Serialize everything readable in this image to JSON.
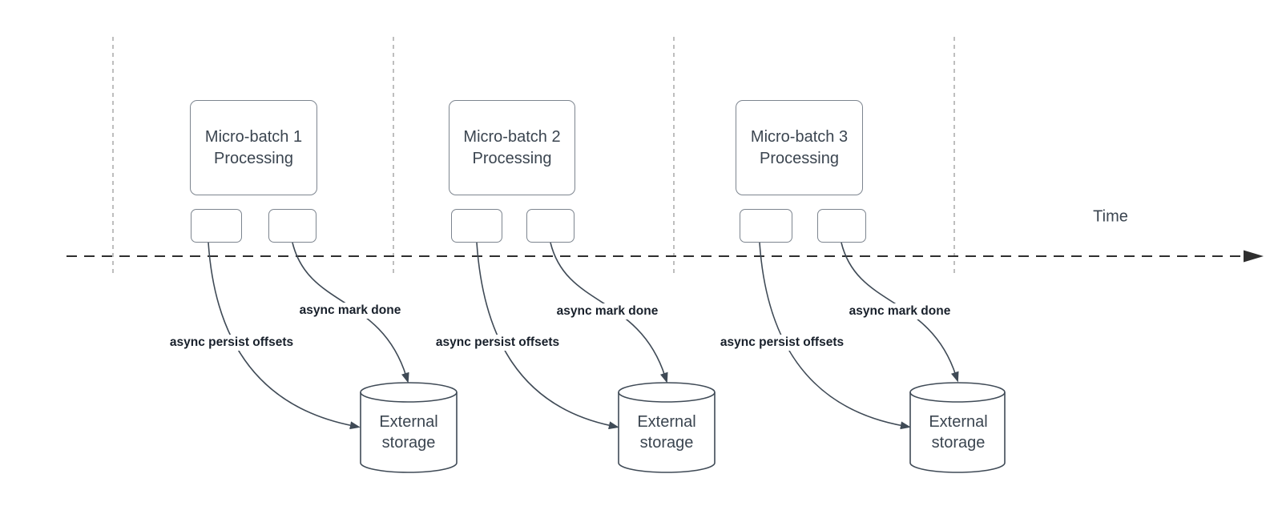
{
  "timeline": {
    "label": "Time"
  },
  "groups": [
    {
      "box_label": "Micro-batch 1\nProcessing",
      "persist_label": "async persist offsets",
      "done_label": "async mark done",
      "storage_label": "External\nstorage"
    },
    {
      "box_label": "Micro-batch 2\nProcessing",
      "persist_label": "async persist offsets",
      "done_label": "async mark done",
      "storage_label": "External\nstorage"
    },
    {
      "box_label": "Micro-batch 3\nProcessing",
      "persist_label": "async persist offsets",
      "done_label": "async mark done",
      "storage_label": "External\nstorage"
    }
  ],
  "colors": {
    "edge": "#3f4a56",
    "grid_line": "#a8a8a8",
    "timeline": "#2e2e2e",
    "shape_border": "#7d858f",
    "text": "#3b4550",
    "edge_label_text": "#18202b",
    "background": "#ffffff"
  }
}
